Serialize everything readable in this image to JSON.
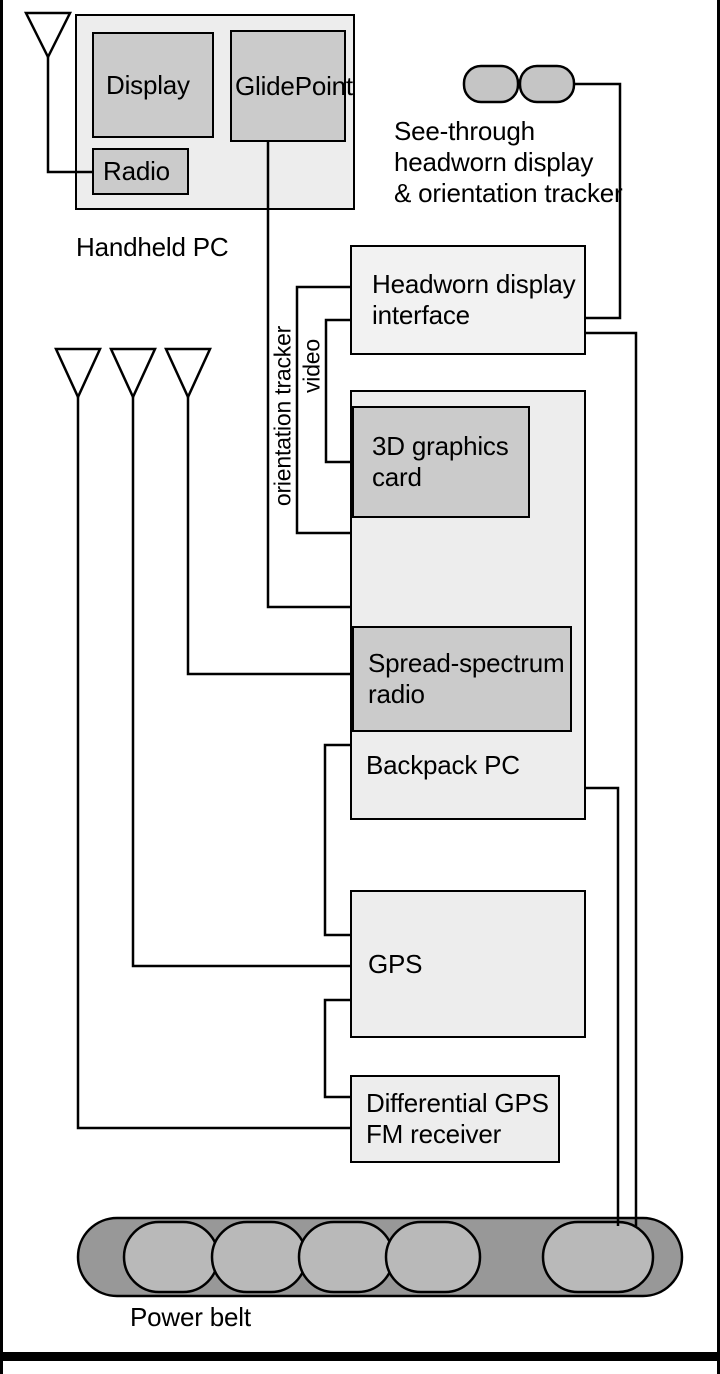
{
  "handheld_pc": {
    "label": "Handheld PC",
    "display_label": "Display",
    "glidepoint_label": "GlidePoint",
    "radio_label": "Radio"
  },
  "headworn_display": {
    "caption": "See-through\nheadworn display\n& orientation tracker"
  },
  "headworn_interface": {
    "label": "Headworn display\ninterface"
  },
  "backpack_pc": {
    "label": "Backpack PC",
    "graphics_card_label": "3D graphics\ncard",
    "spread_spectrum_label": "Spread-spectrum\nradio"
  },
  "gps": {
    "label": "GPS"
  },
  "dgps": {
    "label": "Differential GPS\nFM receiver"
  },
  "power_belt": {
    "label": "Power belt"
  },
  "wires": {
    "orientation_tracker_label": "orientation tracker",
    "video_label": "video"
  },
  "colors": {
    "outer_box_fill": "#ededed",
    "interface_box_fill": "#f2f2f2",
    "inner_box_fill": "#cbcbcb",
    "pill_fill": "#c5c5c5",
    "belt_fill": "#989898",
    "belt_cell_fill": "#b9b9b9",
    "line_color": "#000000"
  }
}
